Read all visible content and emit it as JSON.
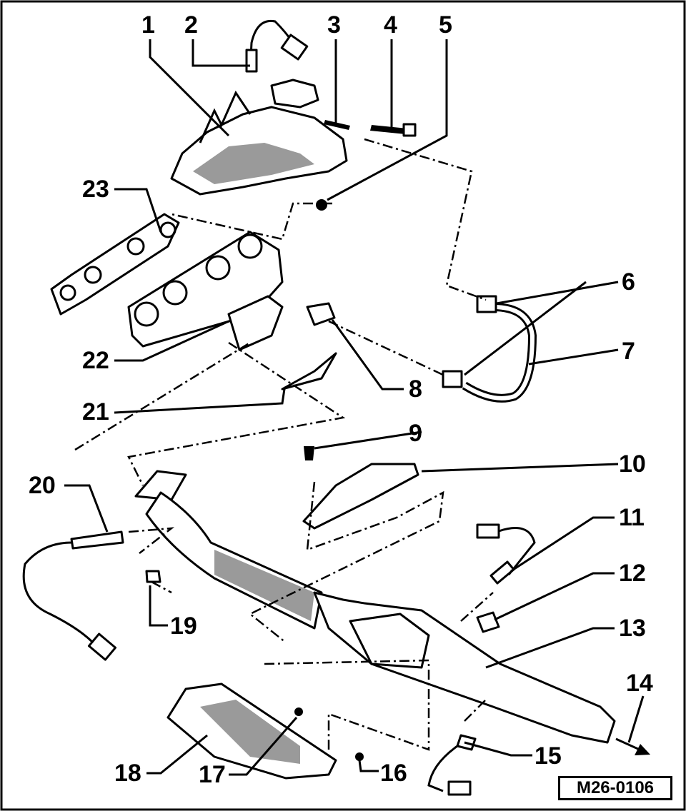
{
  "callouts": {
    "n1": "1",
    "n2": "2",
    "n3": "3",
    "n4": "4",
    "n5": "5",
    "n6": "6",
    "n7": "7",
    "n8": "8",
    "n9": "9",
    "n10": "10",
    "n11": "11",
    "n12": "12",
    "n13": "13",
    "n14": "14",
    "n15": "15",
    "n16": "16",
    "n17": "17",
    "n18": "18",
    "n19": "19",
    "n20": "20",
    "n21": "21",
    "n22": "22",
    "n23": "23"
  },
  "reference_code": "M26-0106"
}
